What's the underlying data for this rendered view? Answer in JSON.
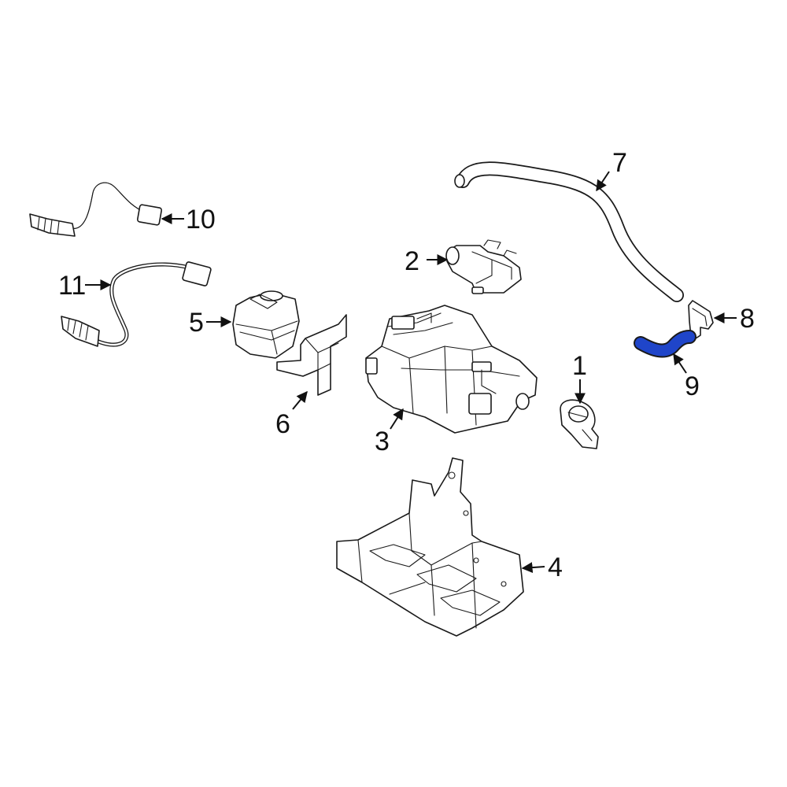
{
  "diagram": {
    "highlight_color": "#1f45c9",
    "outline_color": "#1a1a1a",
    "background": "#ffffff",
    "highlighted_part": "9",
    "callouts": [
      {
        "id": "1",
        "label": "1"
      },
      {
        "id": "2",
        "label": "2"
      },
      {
        "id": "3",
        "label": "3"
      },
      {
        "id": "4",
        "label": "4"
      },
      {
        "id": "5",
        "label": "5"
      },
      {
        "id": "6",
        "label": "6"
      },
      {
        "id": "7",
        "label": "7"
      },
      {
        "id": "8",
        "label": "8"
      },
      {
        "id": "9",
        "label": "9"
      },
      {
        "id": "10",
        "label": "10"
      },
      {
        "id": "11",
        "label": "11"
      }
    ]
  }
}
